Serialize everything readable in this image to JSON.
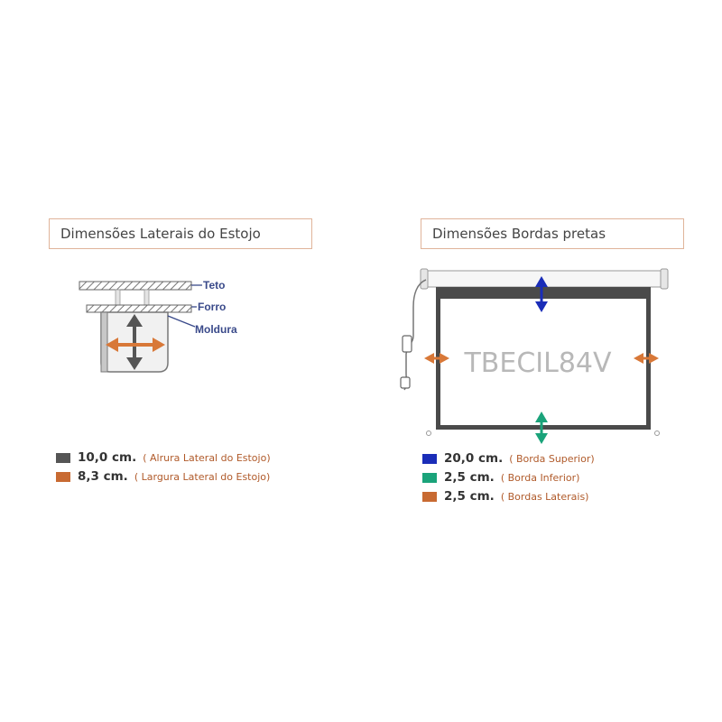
{
  "left_panel": {
    "title": "Dimensões Laterais do Estojo",
    "labels": {
      "ceiling": "Teto",
      "drop_ceiling": "Forro",
      "molding": "Moldura"
    },
    "legend": [
      {
        "value": "10,0 cm.",
        "desc": "( Alrura  Lateral do Estojo)",
        "color": "#555555"
      },
      {
        "value": "8,3 cm.",
        "desc": "( Largura Lateral do Estojo)",
        "color": "#c86a32"
      }
    ]
  },
  "right_panel": {
    "title": "Dimensões Bordas pretas",
    "model": "TBECIL84V",
    "legend": [
      {
        "value": "20,0 cm.",
        "desc": "( Borda Superior)",
        "color": "#1a2db8"
      },
      {
        "value": "2,5 cm.",
        "desc": "( Borda Inferior)",
        "color": "#1aa37a"
      },
      {
        "value": "2,5 cm.",
        "desc": "( Bordas Laterais)",
        "color": "#c86a32"
      }
    ]
  },
  "colors": {
    "gray_arrow": "#555555",
    "orange_arrow": "#d87838",
    "blue_arrow": "#1a2db8",
    "green_arrow": "#1aa37a",
    "label_blue": "#3a4a8a",
    "panel_border": "#e0b49a"
  }
}
